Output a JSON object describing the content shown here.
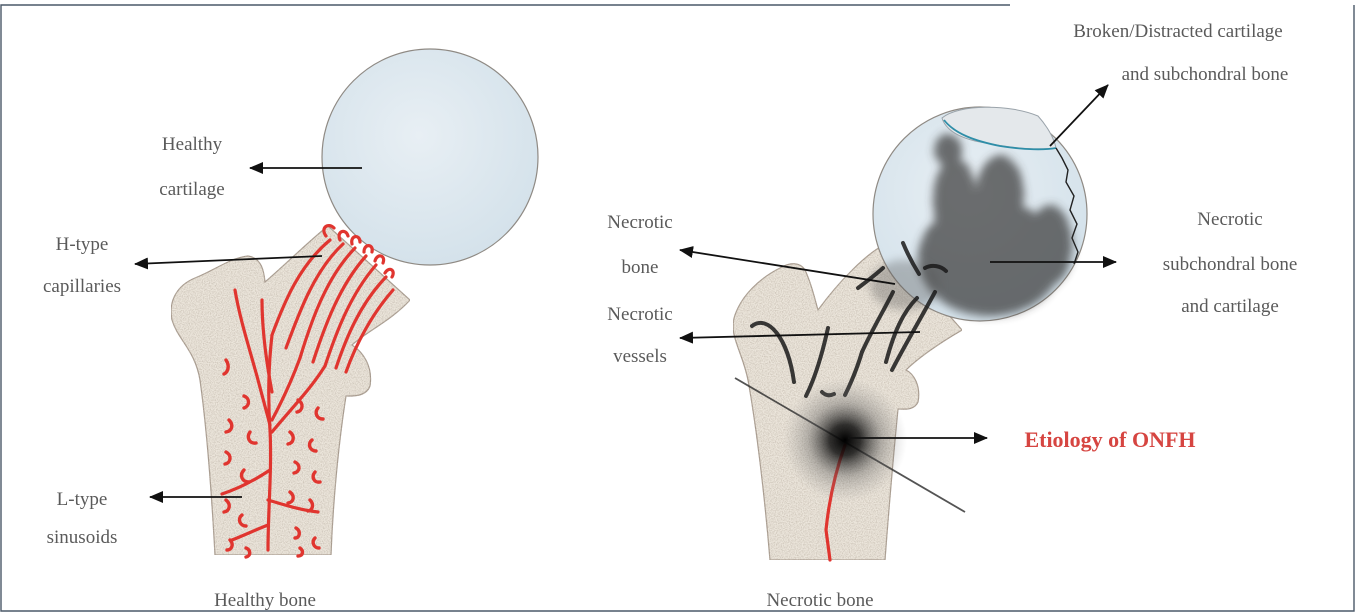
{
  "healthy_panel": {
    "caption": "Healthy bone",
    "cartilage_label": [
      "Healthy",
      "cartilage"
    ],
    "h_type_label": [
      "H-type",
      "capillaries"
    ],
    "l_type_label": [
      "L-type",
      "sinusoids"
    ]
  },
  "necrotic_panel": {
    "caption": "Necrotic bone",
    "broken_label": [
      "Broken/Distracted cartilage",
      "and subchondral bone"
    ],
    "necrotic_bone_label": [
      "Necrotic",
      "bone"
    ],
    "necrotic_vessels_label": [
      "Necrotic",
      "vessels"
    ],
    "subchondral_label": [
      "Necrotic",
      "subchondral bone",
      "and cartilage"
    ],
    "etiology_label": "Etiology of ONFH"
  },
  "colors": {
    "label_text": "#5a5a5a",
    "etiology": "#d64541",
    "healthy_vessels": "#e0352f",
    "necrotic_vessels": "#1a1a1a",
    "cartilage": "#dce7ef",
    "bone": "#ece6dc"
  }
}
